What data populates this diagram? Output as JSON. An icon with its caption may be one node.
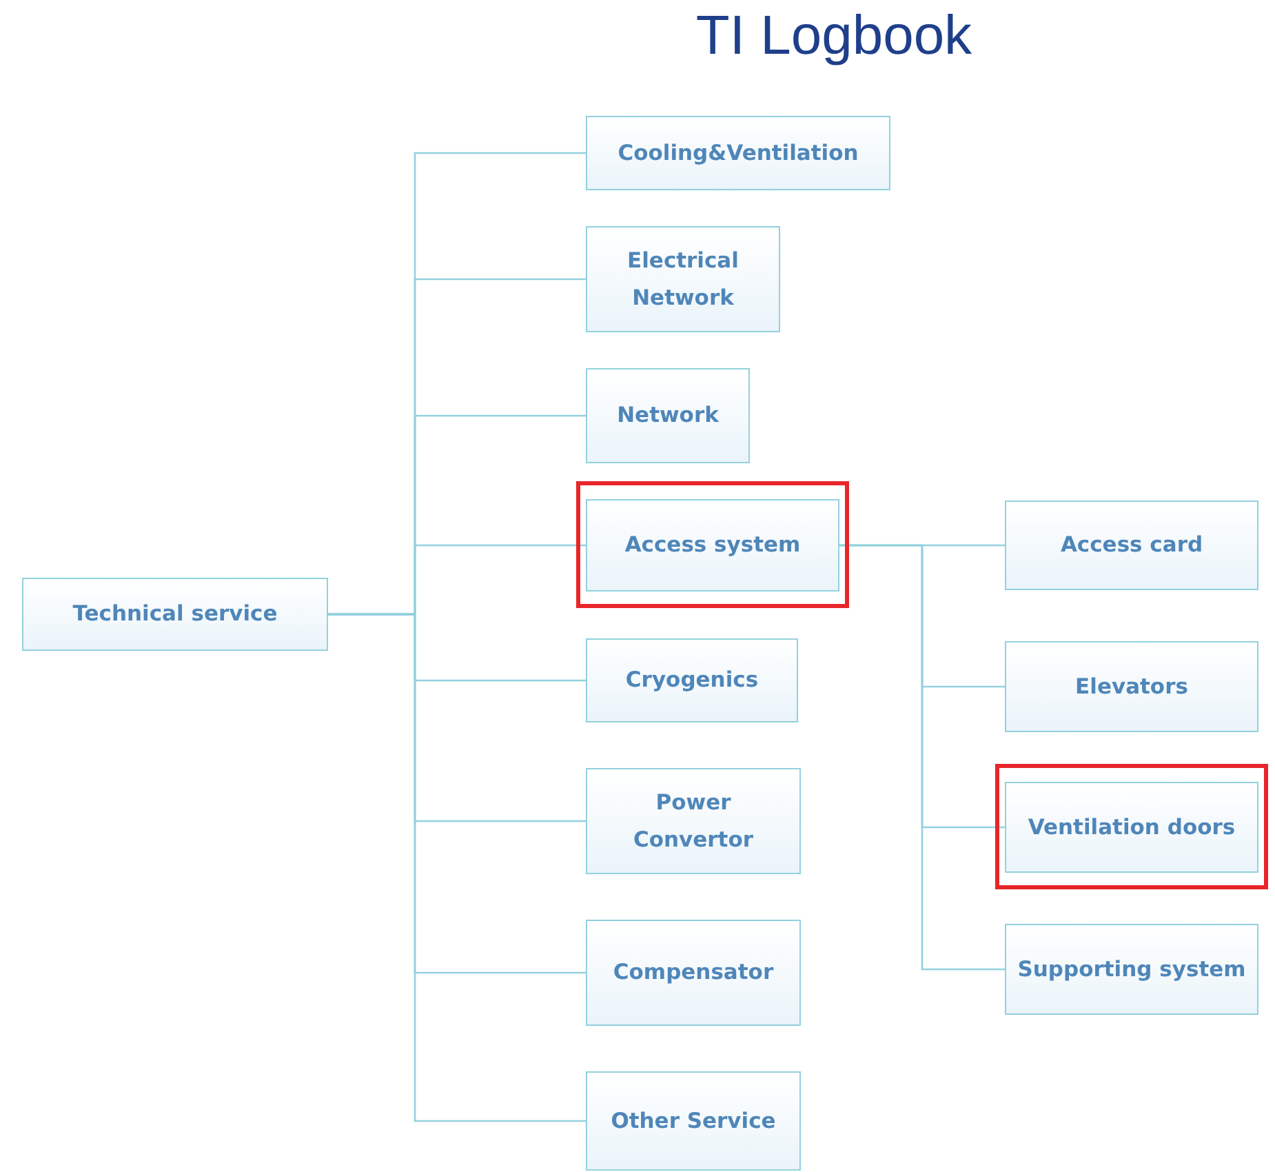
{
  "diagram": {
    "title": "TI Logbook",
    "nodes": [
      {
        "text": [
          "Technical service"
        ]
      },
      {
        "text": [
          "Cooling&Ventilation"
        ]
      },
      {
        "text": [
          "Electrical Network"
        ]
      },
      {
        "text": [
          "Network"
        ]
      },
      {
        "text": [
          "Access system"
        ]
      },
      {
        "text": [
          "Cryogenics"
        ]
      },
      {
        "text": [
          "Power Convertor"
        ]
      },
      {
        "text": [
          "Compensator"
        ]
      },
      {
        "text": [
          "Other Service"
        ]
      },
      {
        "text": [
          "Access card"
        ]
      },
      {
        "text": [
          "Elevators"
        ]
      },
      {
        "text": [
          "Ventilation doors"
        ]
      },
      {
        "text": [
          "Supporting system"
        ]
      }
    ],
    "edges": [
      {
        "from": 0,
        "to": 1,
        "arrow": "none"
      },
      {
        "from": 0,
        "to": 2,
        "arrow": "none"
      },
      {
        "from": 0,
        "to": 3,
        "arrow": "none"
      },
      {
        "from": 0,
        "to": 4,
        "arrow": "none"
      },
      {
        "from": 0,
        "to": 5,
        "arrow": "none"
      },
      {
        "from": 0,
        "to": 6,
        "arrow": "none"
      },
      {
        "from": 0,
        "to": 7,
        "arrow": "none"
      },
      {
        "from": 0,
        "to": 8,
        "arrow": "none"
      },
      {
        "from": 4,
        "to": 9,
        "arrow": "none"
      },
      {
        "from": 4,
        "to": 10,
        "arrow": "none"
      },
      {
        "from": 4,
        "to": 11,
        "arrow": "none"
      },
      {
        "from": 4,
        "to": 12,
        "arrow": "none"
      }
    ]
  }
}
